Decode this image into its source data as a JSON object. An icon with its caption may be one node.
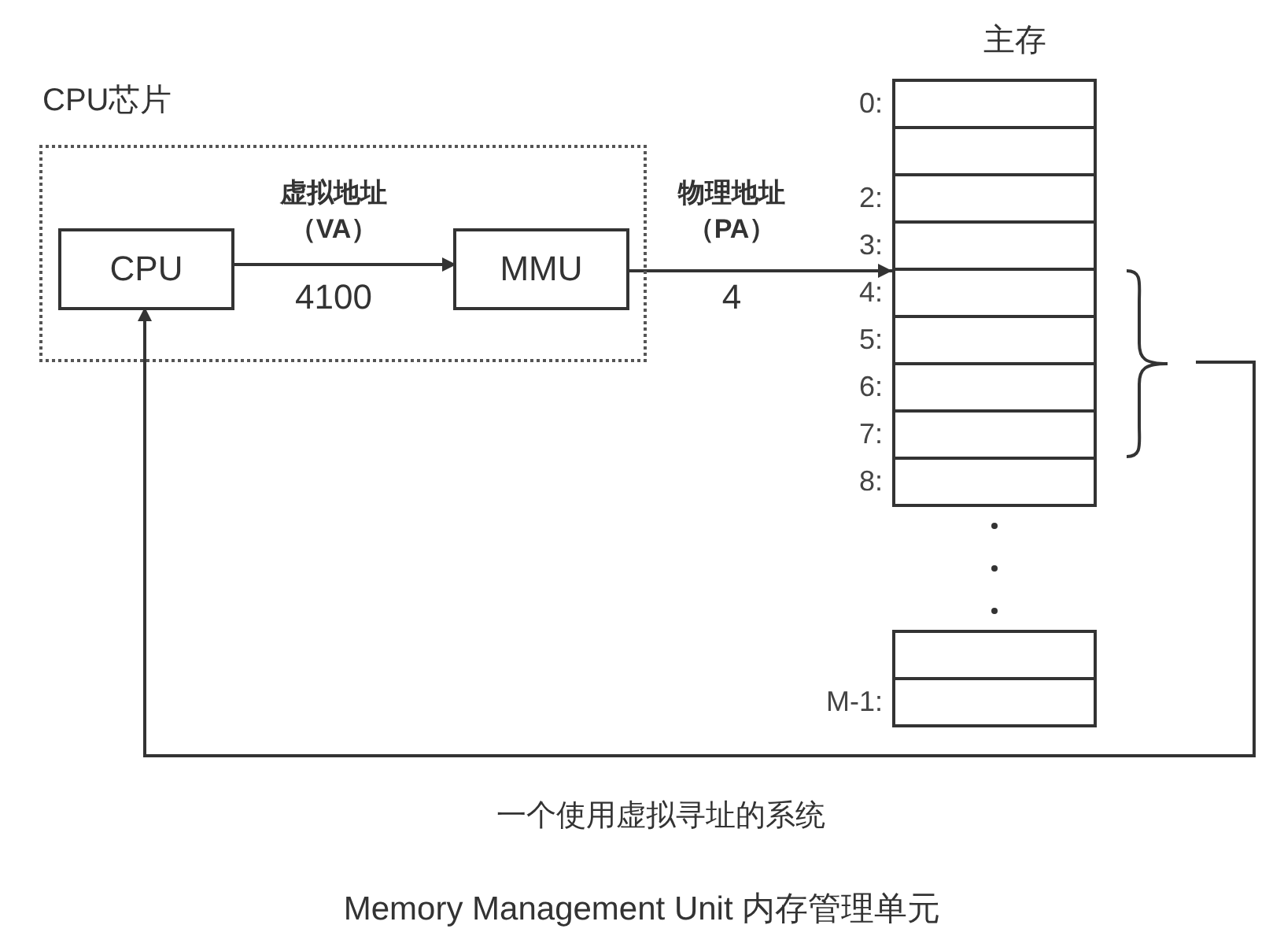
{
  "diagram": {
    "caption": "一个使用虚拟寻址的系统",
    "nodes": [
      {
        "text": [
          "CPU芯片"
        ]
      },
      {
        "text": [
          "CPU"
        ],
        "in": 0
      },
      {
        "text": [
          "MMU"
        ],
        "in": 0
      },
      {
        "text": [
          "主存"
        ]
      },
      {
        "text": [],
        "shape": "box",
        "in": 3,
        "beside": [
          "0:"
        ]
      },
      {
        "text": [],
        "shape": "box",
        "in": 3
      },
      {
        "text": [],
        "shape": "box",
        "in": 3,
        "beside": [
          "2:"
        ]
      },
      {
        "text": [],
        "shape": "box",
        "in": 3,
        "beside": [
          "3:"
        ]
      },
      {
        "text": [],
        "shape": "box",
        "in": 3,
        "beside": [
          "4:"
        ]
      },
      {
        "text": [],
        "shape": "box",
        "in": 3,
        "beside": [
          "5:"
        ]
      },
      {
        "text": [],
        "shape": "box",
        "in": 3,
        "beside": [
          "6:"
        ]
      },
      {
        "text": [],
        "shape": "box",
        "in": 3,
        "beside": [
          "7:"
        ]
      },
      {
        "text": [],
        "shape": "box",
        "in": 3,
        "beside": [
          "8:"
        ]
      },
      {
        "text": [],
        "shape": "box",
        "in": 3
      },
      {
        "text": [],
        "shape": "box",
        "in": 3,
        "beside": [
          "M-1:"
        ]
      },
      {
        "text": [],
        "shape": "brace"
      }
    ],
    "edges": [
      {
        "from": 1,
        "to": 2,
        "arrow": "to",
        "label": "虚拟地址（VA）"
      },
      {
        "from": 2,
        "to": 8,
        "arrow": "to",
        "label": "物理地址（PA）"
      },
      {
        "from": 15,
        "to": 1,
        "arrow": "to"
      }
    ],
    "labels": [
      "4100",
      "4",
      "Memory Management Unit  内存管理单元"
    ]
  }
}
